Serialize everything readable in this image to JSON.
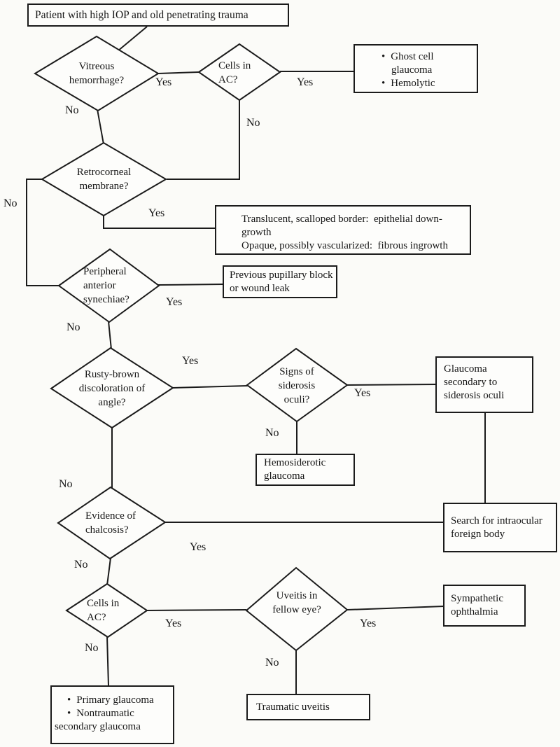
{
  "colors": {
    "ink": "#1b1b1b",
    "paper": "#fbfbf8"
  },
  "start": {
    "label": "Patient with high IOP and old penetrating trauma"
  },
  "decisions": {
    "vitreous": "Vitreous hemorrhage?",
    "cells_ac_1": "Cells in AC?",
    "retrocorneal": "Retrocorneal membrane?",
    "synechiae": "Peripheral anterior synechiae?",
    "rusty_brown": "Rusty-brown discoloration of angle?",
    "siderosis": "Signs of siderosis oculi?",
    "chalcosis": "Evidence of chalcosis?",
    "cells_ac_2": "Cells in AC?",
    "uveitis_fellow": "Uveitis in fellow eye?"
  },
  "outcomes": {
    "ghost_cell": {
      "items": [
        "Ghost cell glaucoma",
        "Hemolytic"
      ]
    },
    "membrane_types": {
      "lines": [
        "Translucent, scalloped border:  epithelial down-growth",
        "Opaque, possibly vascularized:  fibrous ingrowth"
      ]
    },
    "pupillary_block": "Previous pupillary block or wound leak",
    "siderosis_glaucoma": "Glaucoma secondary to siderosis oculi",
    "hemosiderotic": "Hemosiderotic glaucoma",
    "search_foreign_body": "Search for intraocular foreign body",
    "sympathetic": "Sympathetic ophthalmia",
    "primary_glaucoma": {
      "items": [
        "Primary glaucoma",
        "Nontraumatic secondary glaucoma"
      ]
    },
    "traumatic_uveitis": "Traumatic uveitis"
  },
  "edge_labels": {
    "yes": "Yes",
    "no": "No"
  },
  "bullet_glyph": "•"
}
